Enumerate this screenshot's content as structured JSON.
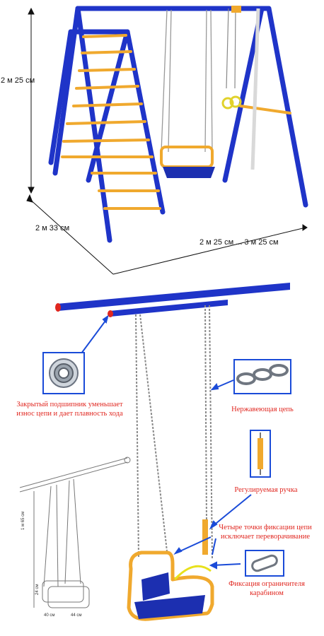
{
  "dimensions": {
    "height": "2 м 25 см",
    "depth": "2 м 33 см",
    "width": "2 м 25 см ... 3 м 25 см"
  },
  "callouts": {
    "bearing": "Закрытый подшипник уменьшает износ цепи и дает плавность хода",
    "chain": "Нержавеющая цепь",
    "handle": "Регулируемая ручка",
    "fixpoints": "Четыре точки фиксации цепи исключает переворачивание",
    "carabiner": "Фиксация ограничителя карабином"
  },
  "small_drawing": {
    "height": "1 м 65 см",
    "seat_height": "24 см",
    "seat_width": "44 см",
    "seat_depth": "40 см"
  },
  "colors": {
    "frame_blue": "#1f34c8",
    "rung_orange": "#f0a92e",
    "seat_blue": "#1c2fb0",
    "callout_red": "#e0261f",
    "arrow_blue": "#1a4bd8"
  }
}
